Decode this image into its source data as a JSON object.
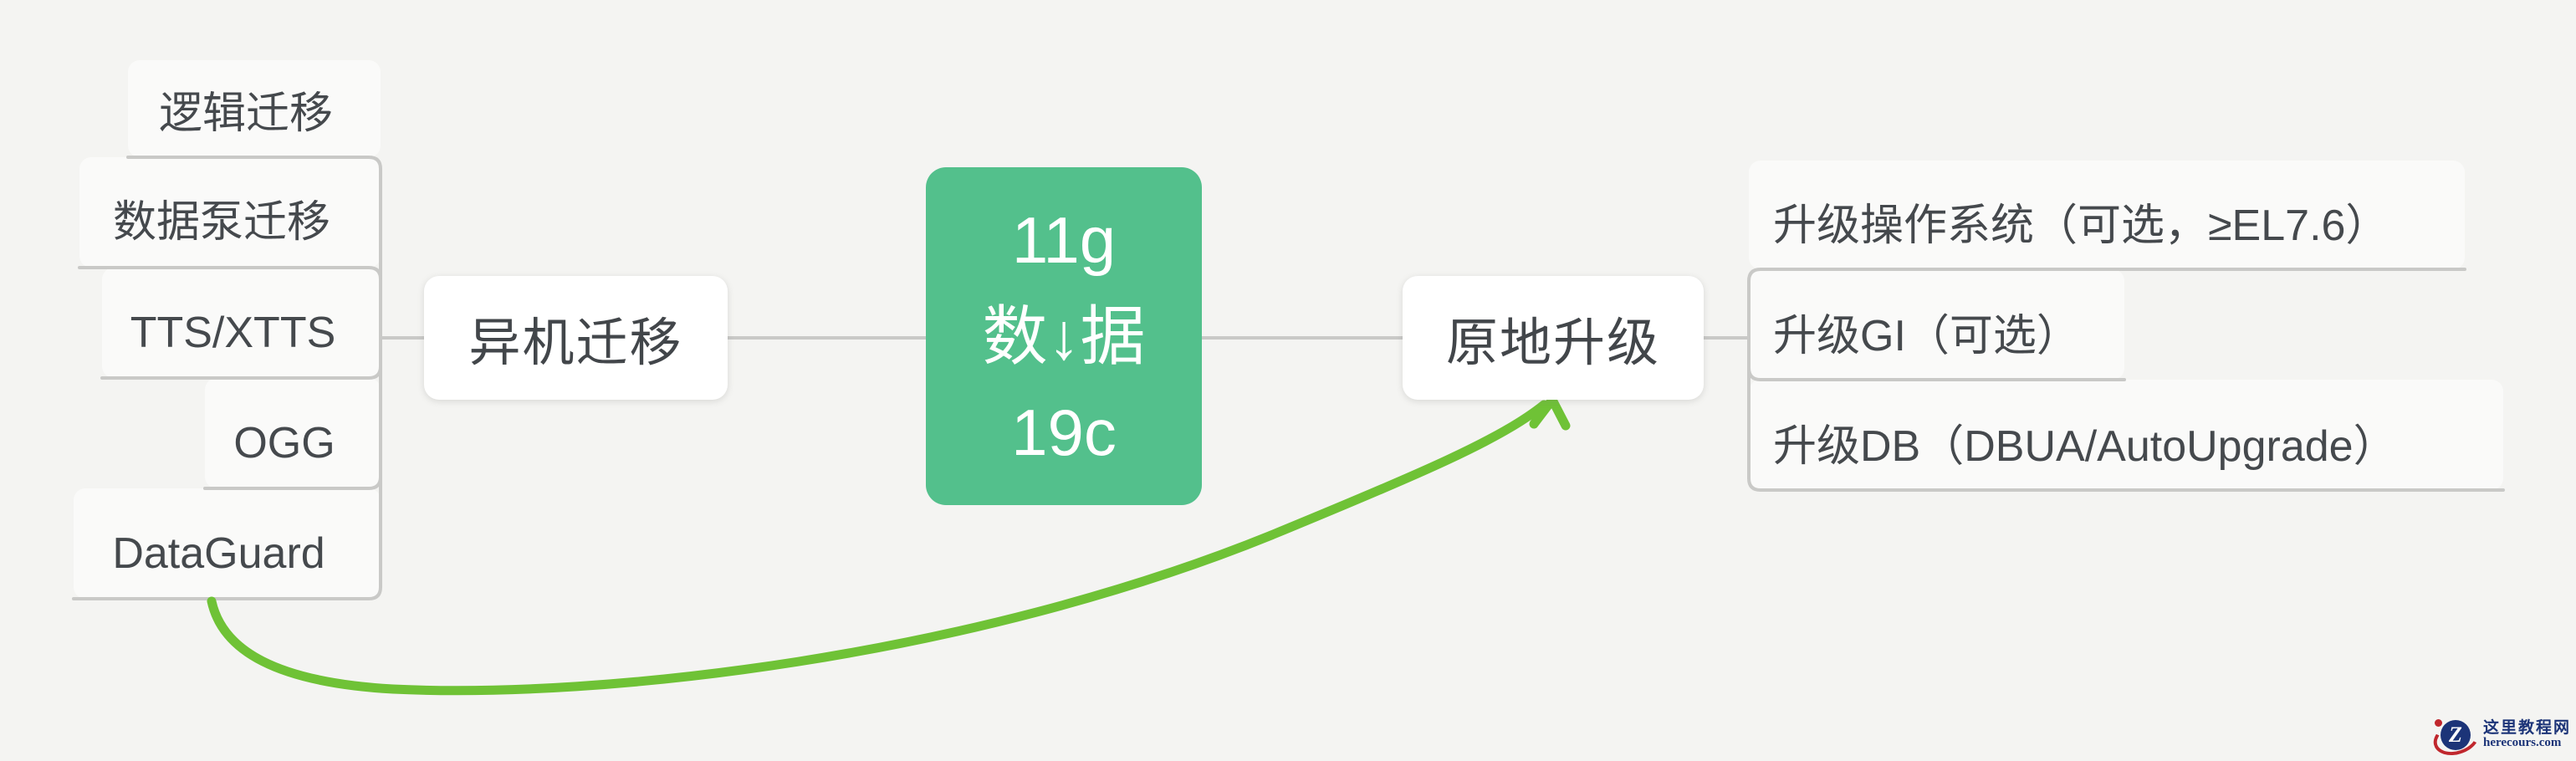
{
  "diagram": {
    "root": {
      "lines": [
        "11g",
        "数↓据",
        "19c"
      ],
      "color": "#53c08c"
    },
    "left_parent": {
      "label": "异机迁移"
    },
    "right_parent": {
      "label": "原地升级"
    },
    "left_children": [
      {
        "label": "逻辑迁移"
      },
      {
        "label": "数据泵迁移"
      },
      {
        "label": "TTS/XTTS"
      },
      {
        "label": "OGG"
      },
      {
        "label": "DataGuard"
      }
    ],
    "right_children": [
      {
        "label": "升级操作系统（可选，≥EL7.6）"
      },
      {
        "label": "升级GI（可选）"
      },
      {
        "label": "升级DB（DBUA/AutoUpgrade）"
      }
    ],
    "colors": {
      "connector_gray": "#c9c9c7",
      "curve_green": "#6fc236",
      "node_text": "#45494d",
      "root_text": "#ffffff",
      "card_fill": "#fafaf9"
    }
  },
  "watermark": {
    "site_name": "这里教程网",
    "site_url": "herecours.com",
    "logo_letter": "Z"
  }
}
